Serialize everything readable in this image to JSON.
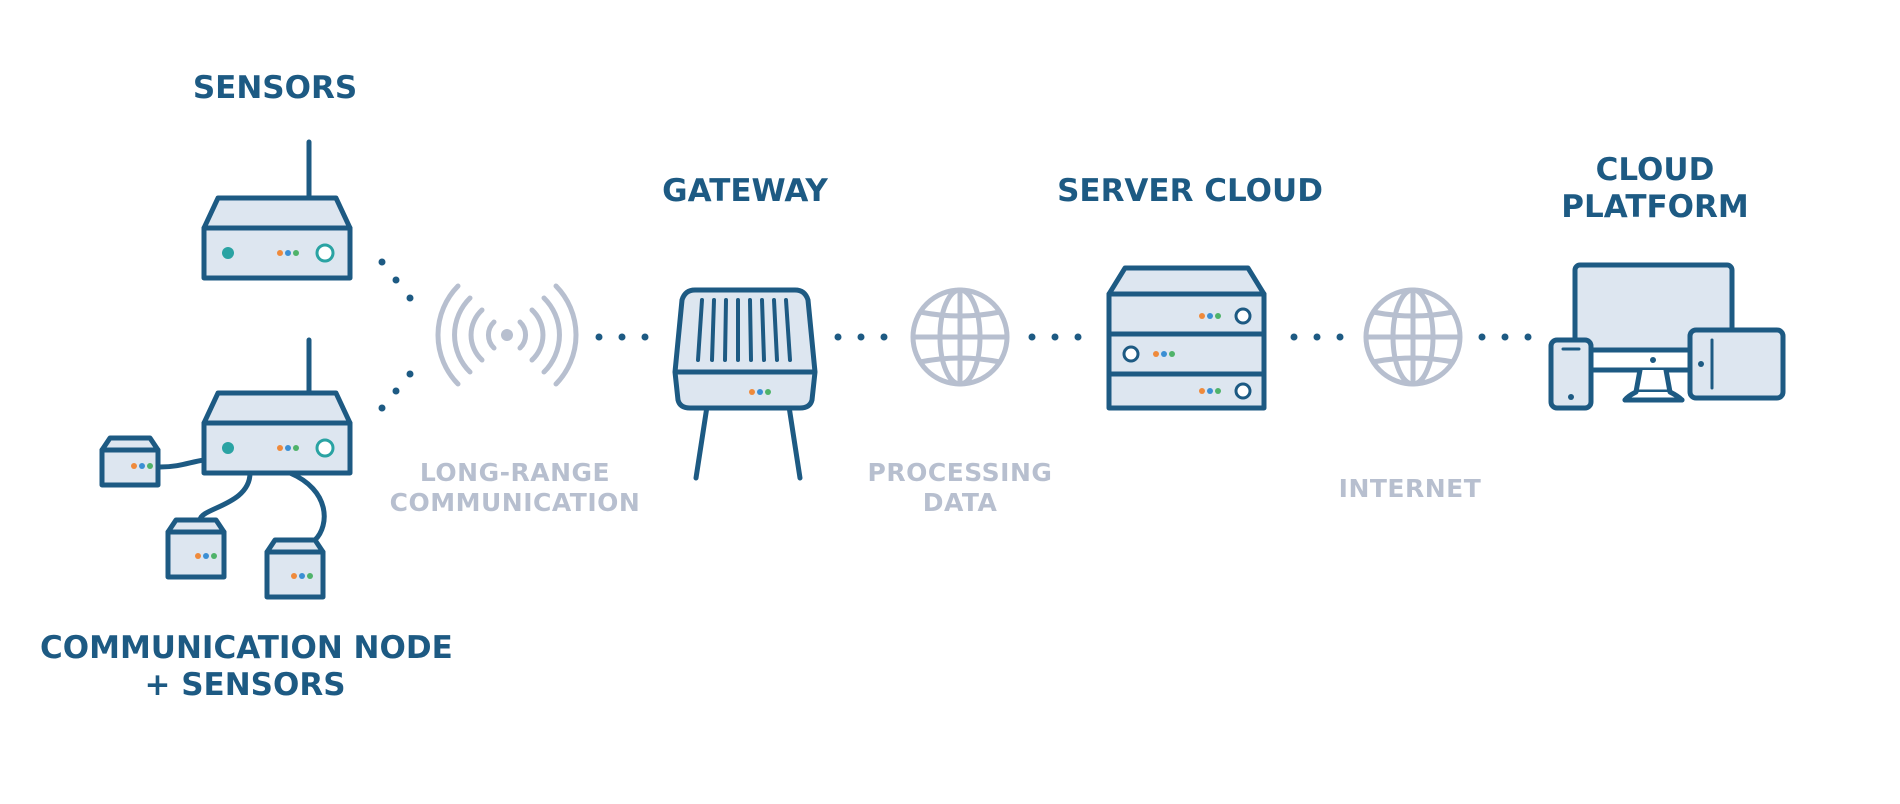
{
  "labels": {
    "sensors": "SENSORS",
    "comm_node_line1": "COMMUNICATION NODE",
    "comm_node_line2": "+ SENSORS",
    "long_range_line1": "LONG-RANGE",
    "long_range_line2": "COMMUNICATION",
    "gateway": "GATEWAY",
    "processing_line1": "PROCESSING",
    "processing_line2": "DATA",
    "server_cloud": "SERVER CLOUD",
    "internet": "INTERNET",
    "cloud_platform_line1": "CLOUD",
    "cloud_platform_line2": "PLATFORM"
  },
  "icons": {
    "sensor_device": "sensor-device-icon",
    "comm_node": "communication-node-icon",
    "sensor_box": "sensor-box-icon",
    "wireless_signal": "wireless-signal-icon",
    "gateway": "gateway-icon",
    "globe": "globe-icon",
    "server_stack": "server-stack-icon",
    "devices": "devices-icon"
  },
  "colors": {
    "stroke": "#1d5a83",
    "fill": "#dde6f0",
    "light": "#b7bfcf",
    "teal": "#2aa3a3",
    "led_orange": "#ef8a3b",
    "led_blue": "#3b8fd4",
    "led_green": "#4fb36a"
  }
}
